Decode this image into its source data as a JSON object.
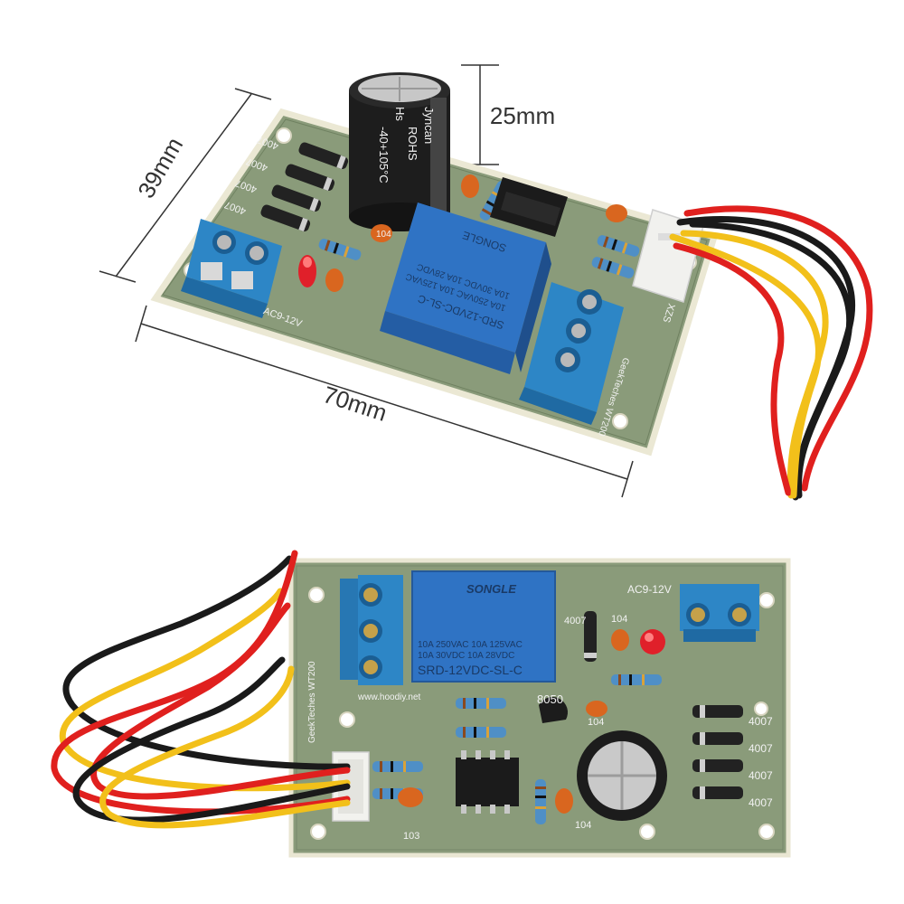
{
  "dimensions": {
    "width": "70mm",
    "height": "39mm",
    "capacitor_height": "25mm"
  },
  "top_board": {
    "board_label": "AC9-12V",
    "capacitor_texts": [
      "ROHS",
      "Hs",
      "-40+105°C",
      "Jyncan"
    ],
    "relay_model": "SRD-12VDC-SL-C",
    "relay_brand": "SONGLE",
    "relay_ratings": [
      "10A 250VAC  10A 125VAC",
      "10A 30VDC  10A 28VDC"
    ],
    "cap_code": "104",
    "diode_codes": [
      "4007",
      "4007",
      "4007",
      "4007"
    ],
    "connector_mark": "XZS",
    "maker_text": "GeekTeches WT200"
  },
  "bottom_board": {
    "relay_brand": "SONGLE",
    "relay_ratings": [
      "10A 250VAC  10A 125VAC",
      "10A  30VDC  10A  28VDC"
    ],
    "relay_model": "SRD-12VDC-SL-C",
    "board_label": "AC9-12V",
    "diode_codes": [
      "4007",
      "4007",
      "4007",
      "4007",
      "4007"
    ],
    "cap_code_104_a": "104",
    "cap_code_104_b": "104",
    "cap_code_104_c": "104",
    "cap_code_103": "103",
    "transistor": "8050",
    "website": "www.hoodiy.net",
    "maker_text": "GeekTeches WT200"
  },
  "colors": {
    "pcb": "#8a9b7a",
    "pcb_edge": "#e9e6d2",
    "terminal_blue": "#2d86c6",
    "relay_blue": "#2f73c4",
    "wire_red": "#e0201e",
    "wire_yellow": "#f2c01a",
    "wire_black": "#1a1a1a"
  }
}
